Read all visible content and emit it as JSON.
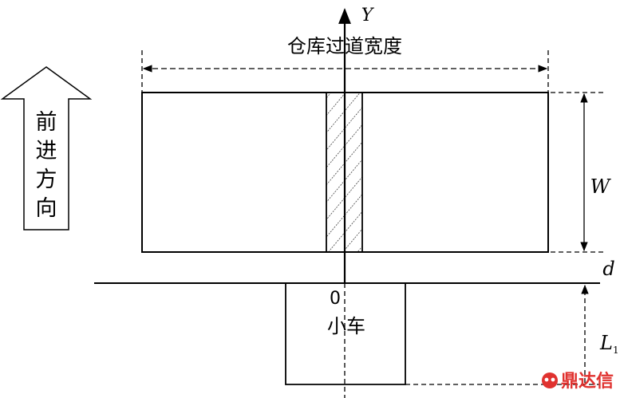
{
  "labels": {
    "width_label": "仓库过道宽度",
    "y_axis": "Y",
    "w": "W",
    "d": "d",
    "l1": "L",
    "l1_sub": "1",
    "origin": "0",
    "cart": "小车"
  },
  "direction": {
    "chars": [
      "前",
      "进",
      "方",
      "向"
    ]
  },
  "watermark": {
    "text": "鼎达信"
  },
  "colors": {
    "line": "#000000",
    "watermark": "#e0322f"
  }
}
